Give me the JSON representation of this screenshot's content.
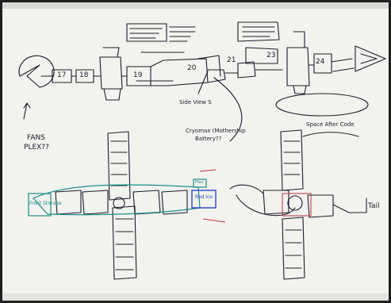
{
  "photo": {
    "subject": "whiteboard-sketch",
    "colors": {
      "board": "#f2f2ef",
      "board_shadow": "#d9d9d6",
      "frame": "#1f1f1f",
      "ink": "#1d1d2a",
      "teal": "#1d8f86",
      "red": "#c03040",
      "blue": "#2a47c9"
    },
    "labels": {
      "box_17": "17",
      "box_18": "18",
      "box_19": "19",
      "box_20": "20",
      "box_21": "21",
      "box_23": "23",
      "box_24": "24",
      "side_view": "Side View S",
      "cryomax": "Cryomax (Mothership",
      "battery": "Battery??",
      "space_after_code": "Space After Code",
      "fans": "FANS",
      "plex": "PLEX??",
      "tail": "Tail",
      "teal_box": "Front Storage",
      "blue_box": "Red Ice",
      "teal_tag": "Plex"
    }
  }
}
